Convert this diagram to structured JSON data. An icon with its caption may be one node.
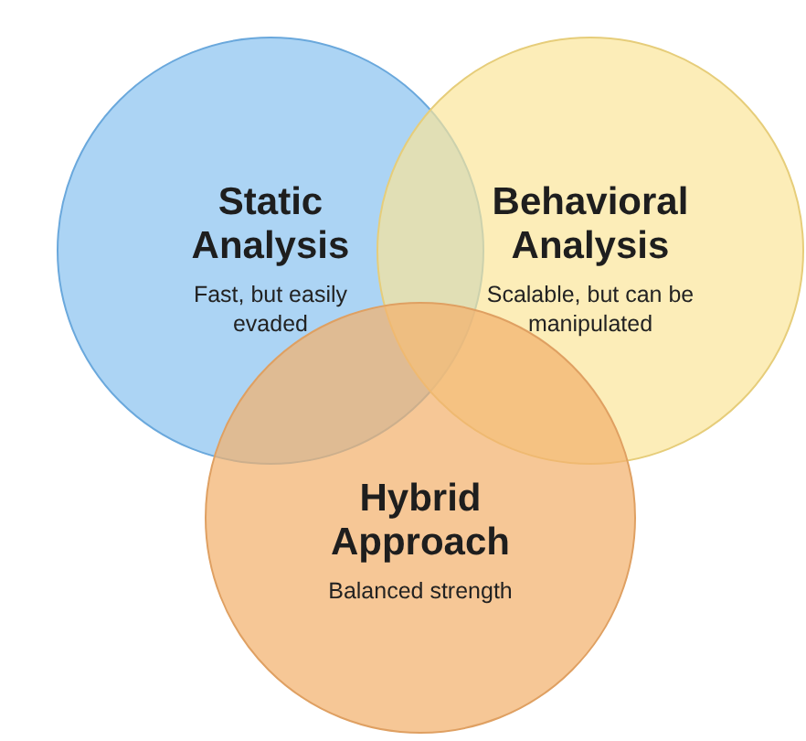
{
  "diagram": {
    "nodes": [
      {
        "text": [
          "Static Analysis",
          "Fast, but easily evaded"
        ]
      },
      {
        "text": [
          "Behavioral Analysis",
          "Scalable, but can be manipulated"
        ]
      },
      {
        "text": [
          "Hybrid Approach",
          "Balanced strength"
        ]
      }
    ]
  }
}
